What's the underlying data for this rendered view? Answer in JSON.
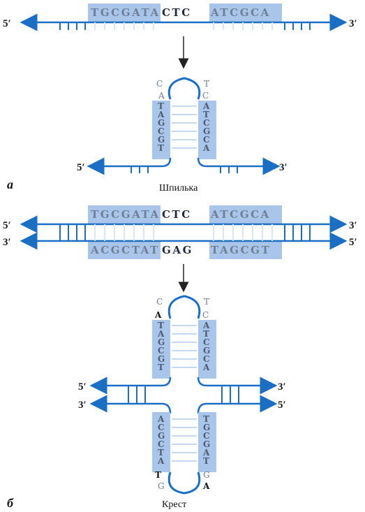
{
  "panel_a": {
    "label": "а",
    "caption": "Шпилька",
    "strand_top_left": "TGCGATA",
    "strand_top_mid": "CTC",
    "strand_top_right": "ATCGCA",
    "left_end": "5′",
    "right_end": "3′",
    "loop_top_left": "C",
    "loop_top_right": "T",
    "loop_mid_left": "A",
    "loop_mid_right": "C",
    "stem_left": [
      "T",
      "A",
      "G",
      "C",
      "G",
      "T"
    ],
    "stem_right": [
      "A",
      "T",
      "C",
      "G",
      "C",
      "A"
    ],
    "bottom_left_end": "5′",
    "bottom_right_end": "3′"
  },
  "panel_b": {
    "label": "б",
    "caption": "Крест",
    "top_seq_left": "TGCGATA",
    "top_seq_mid": "CTC",
    "top_seq_right": "ATCGCA",
    "bottom_seq_left": "ACGCTAT",
    "bottom_seq_mid": "GAG",
    "bottom_seq_right": "TAGCGT",
    "row1_left": "5′",
    "row1_right": "3′",
    "row2_left": "3′",
    "row2_right": "5′",
    "upper_loop_top_left": "C",
    "upper_loop_top_right": "T",
    "upper_loop_mid_left": "A",
    "upper_loop_mid_right": "C",
    "upper_stem_left": [
      "T",
      "A",
      "G",
      "C",
      "G",
      "T"
    ],
    "upper_stem_right": [
      "A",
      "T",
      "C",
      "G",
      "C",
      "A"
    ],
    "mid_row1_left": "5′",
    "mid_row1_right": "3′",
    "mid_row2_left": "3′",
    "mid_row2_right": "5′",
    "lower_stem_left": [
      "A",
      "C",
      "G",
      "C",
      "T",
      "A"
    ],
    "lower_stem_right": [
      "T",
      "G",
      "C",
      "G",
      "A",
      "T"
    ],
    "lower_loop_mid_left": "T",
    "lower_loop_mid_right": "G",
    "lower_loop_bottom_left": "G",
    "lower_loop_bottom_right": "A"
  }
}
